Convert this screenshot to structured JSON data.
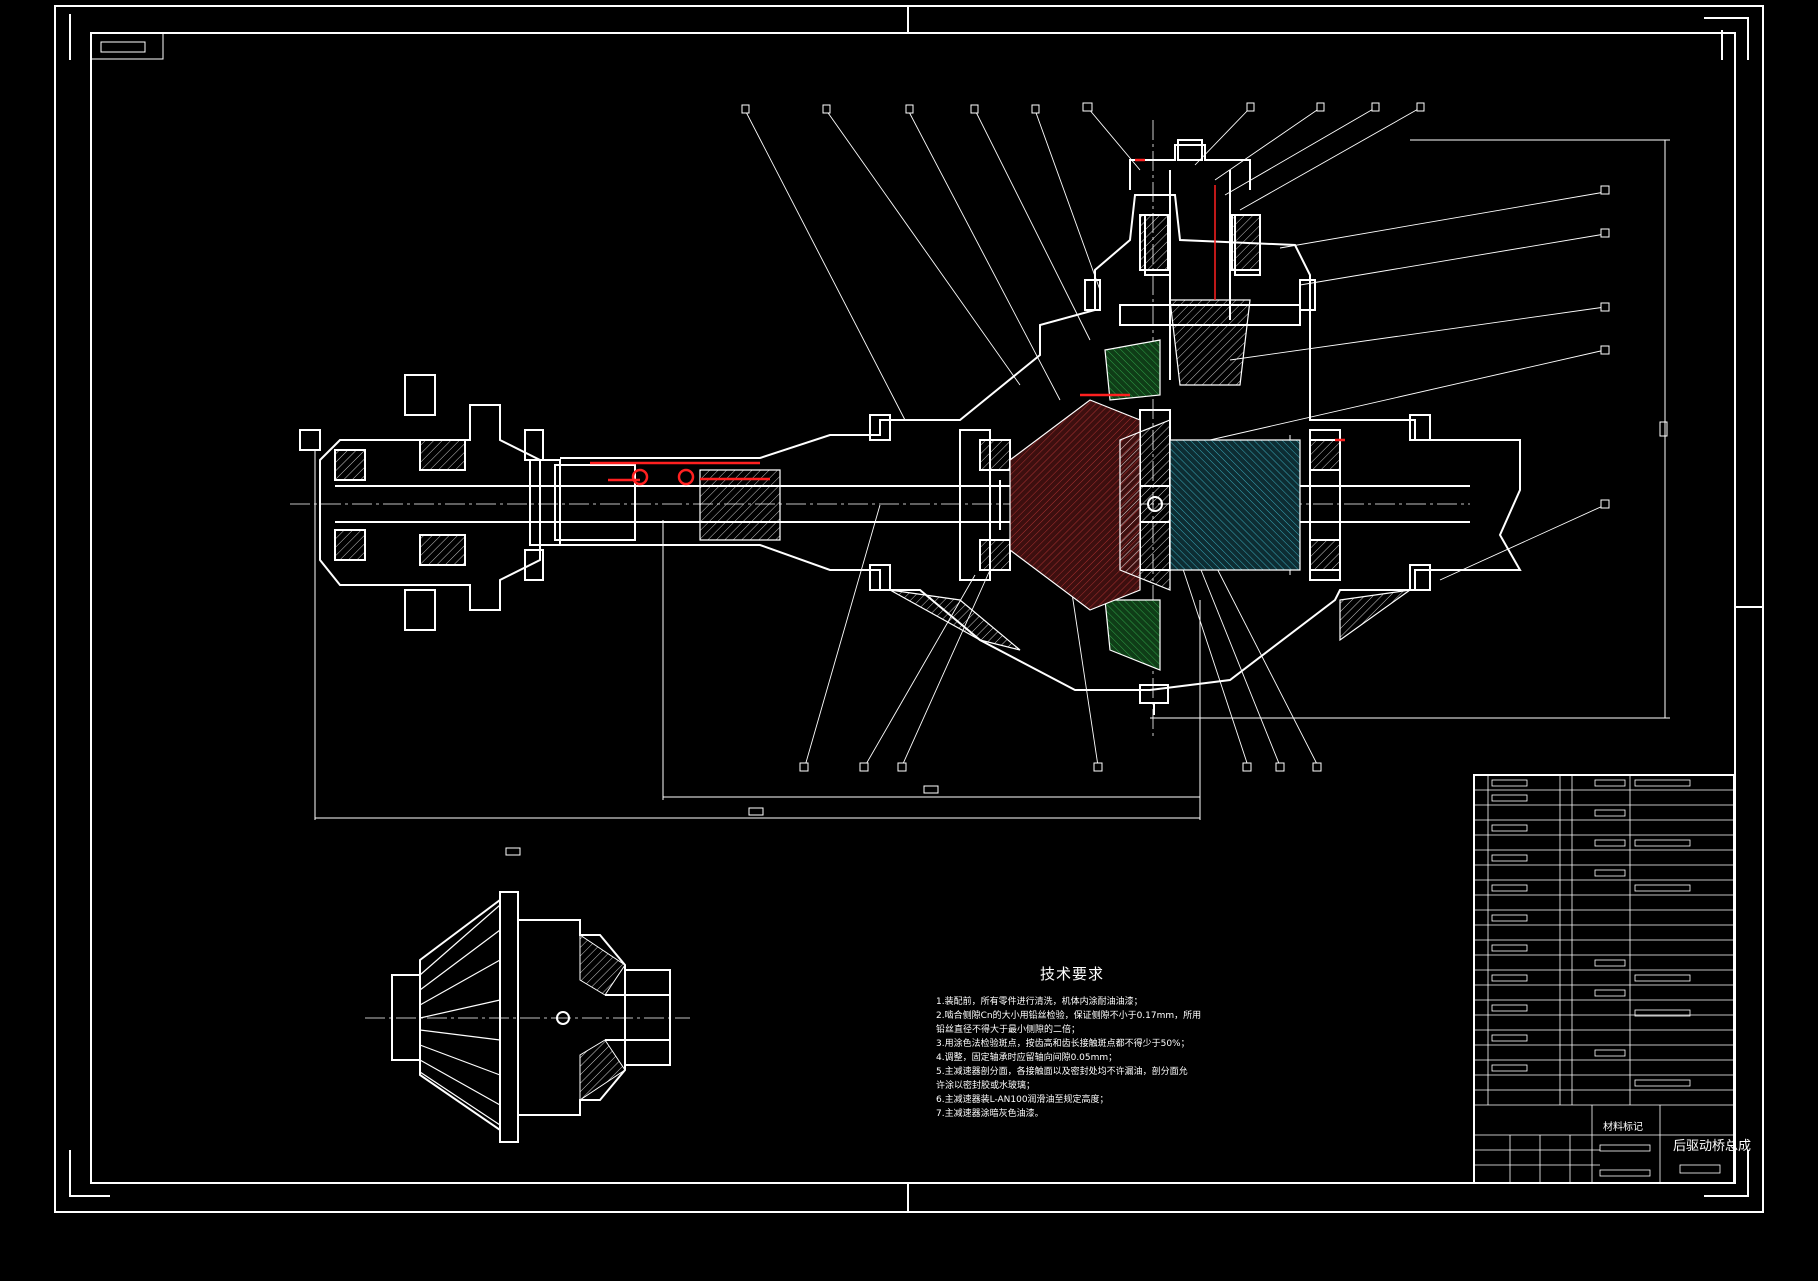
{
  "technical_requirements": {
    "title": "技术要求",
    "items": [
      "1.装配前，所有零件进行清洗，机体内涂耐油油漆；",
      "2.啮合侧隙Cn的大小用铅丝检验，保证侧隙不小于0.17mm，所用",
      "铅丝直径不得大于最小侧隙的二倍；",
      "3.用涂色法检验斑点，按齿高和齿长接触斑点都不得少于50%；",
      "4.调整，固定轴承时应留轴向间隙0.05mm；",
      "5.主减速器剖分面，各接触面以及密封处均不许漏油，剖分面允",
      "许涂以密封胶或水玻璃；",
      "6.主减速器装L-AN100润滑油至规定高度；",
      "7.主减速器涂暗灰色油漆。"
    ]
  },
  "title_block": {
    "mark_label": "材料标记",
    "drawing_title": "后驱动桥总成"
  },
  "colors": {
    "line": "#ffffff",
    "section_red": "#ff2020",
    "gear_hatch": "#1f7a2e",
    "diff_hatch": "#2a8fa0",
    "shaft_hatch": "#8a1f1f"
  }
}
